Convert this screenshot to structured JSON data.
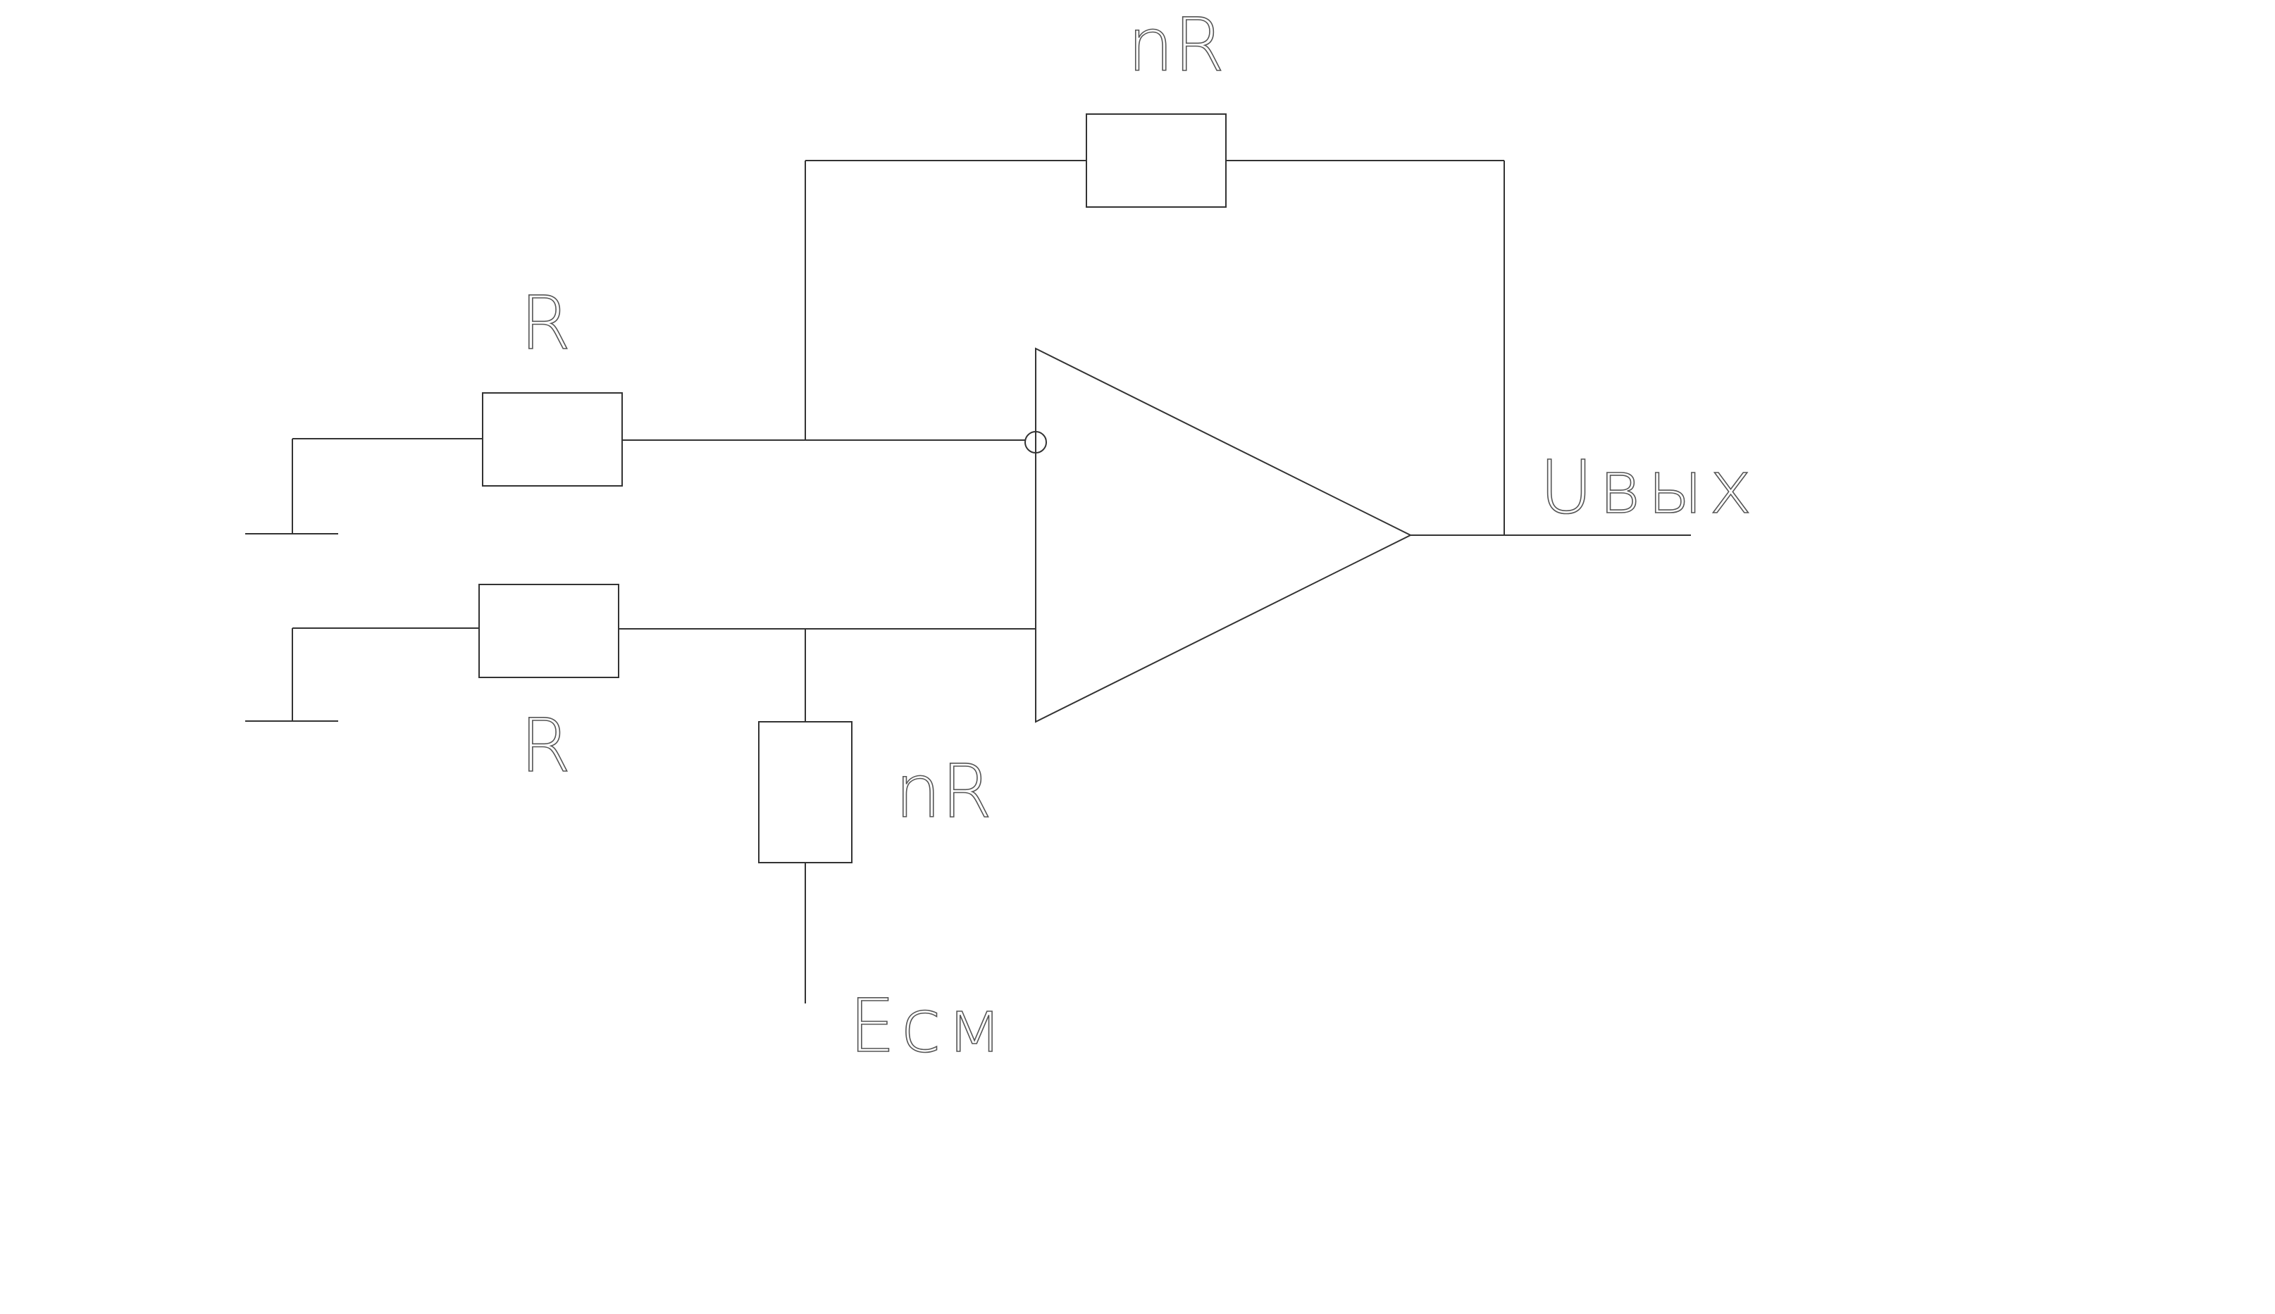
{
  "diagram": {
    "labels": {
      "feedback_resistor": "nR",
      "input_resistor_top": "R",
      "input_resistor_bottom": "R",
      "bias_resistor": "nR",
      "output": "Uвых",
      "bias_source": "Eсм"
    },
    "colors": {
      "line": "#333333",
      "text": "#555555",
      "background": "#ffffff"
    }
  }
}
